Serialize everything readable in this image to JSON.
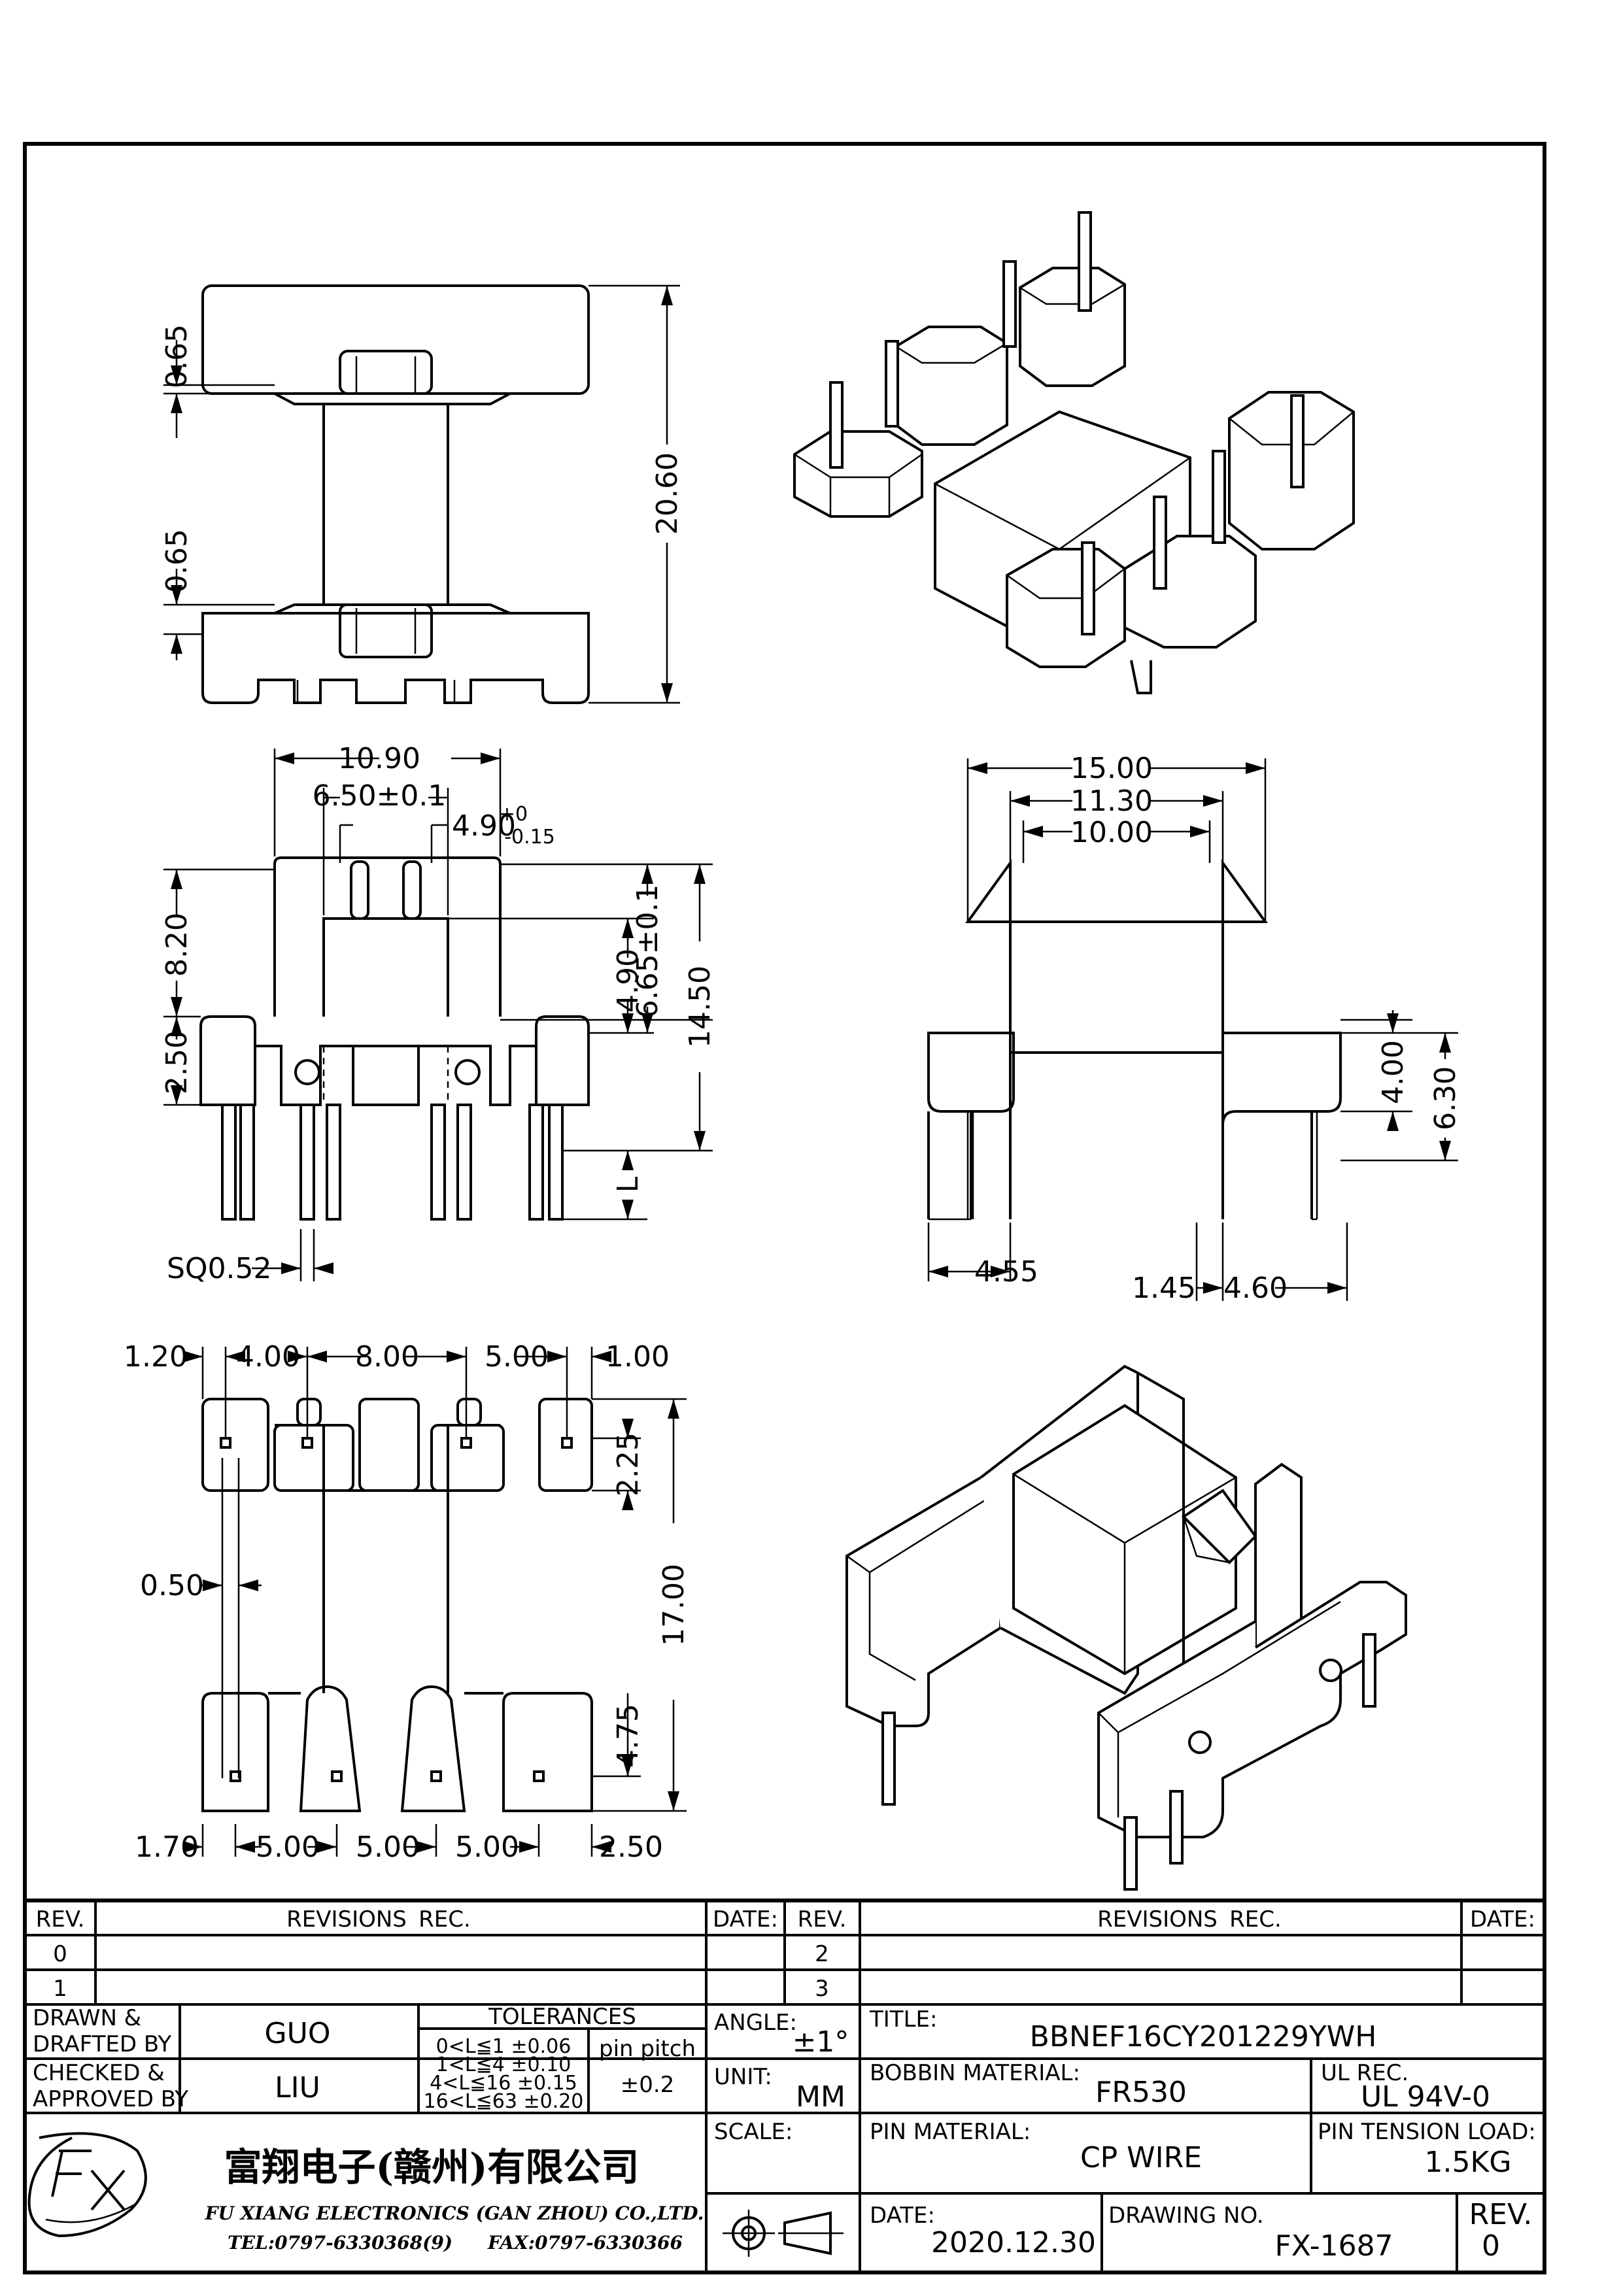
{
  "dims": {
    "front": [
      "0.65",
      "0.65",
      "20.60"
    ],
    "side": [
      "10.90",
      "6.50±0.1",
      "4.90",
      "+0",
      "-0.15",
      "8.20",
      "4.90",
      "6.65±0.1",
      "14.50",
      "2.50",
      "L",
      "SQ0.52"
    ],
    "end": [
      "15.00",
      "11.30",
      "10.00",
      "4.00",
      "6.30",
      "4.55",
      "1.45",
      "4.60"
    ],
    "bottom_top": [
      "1.20",
      "4.00",
      "8.00",
      "5.00",
      "1.00"
    ],
    "bottom_bottom": [
      "1.70",
      "5.00",
      "5.00",
      "5.00",
      "2.50"
    ],
    "bottom_side": [
      "0.50",
      "2.25",
      "17.00",
      "4.75"
    ]
  },
  "title_block": {
    "rev_header": "REV.",
    "revisions_header": "REVISIONS",
    "rec_header": "REC.",
    "date_header": "DATE:",
    "rev_rows": [
      "0",
      "1"
    ],
    "rev_rows_right": [
      "2",
      "3"
    ],
    "drawn_label_1": "DRAWN &",
    "drawn_label_2": "DRAFTED BY",
    "drawn_value": "GUO",
    "checked_label_1": "CHECKED &",
    "checked_label_2": "APPROVED BY",
    "checked_value": "LIU",
    "tolerances_label": "TOLERANCES",
    "tolerance_rows": [
      "0<L≦1   ±0.06",
      "1<L≦4   ±0.10",
      "4<L≦16  ±0.15",
      "16<L≦63 ±0.20"
    ],
    "pin_pitch_label": "pin pitch",
    "pin_pitch_value": "±0.2",
    "angle_label": "ANGLE:",
    "angle_value": "±1°",
    "unit_label": "UNIT:",
    "unit_value": "MM",
    "scale_label": "SCALE:",
    "company_cn": "富翔电子(赣州)有限公司",
    "company_en": "FU XIANG ELECTRONICS (GAN ZHOU) CO.,LTD.",
    "tel": "TEL:0797-6330368(9)",
    "fax": "FAX:0797-6330366",
    "title_label": "TITLE:",
    "title_value": "BBNEF16CY201229YWH",
    "bobbin_material_label": "BOBBIN MATERIAL:",
    "bobbin_material_value": "FR530",
    "ul_rec_label": "UL REC.",
    "ul_rec_value": "UL 94V-0",
    "pin_material_label": "PIN MATERIAL:",
    "pin_material_value": "CP WIRE",
    "pin_tension_label": "PIN TENSION LOAD:",
    "pin_tension_value": "1.5KG",
    "date_label": "DATE:",
    "date_value": "2020.12.30",
    "drawing_no_label": "DRAWING NO.",
    "drawing_no_value": "FX-1687",
    "rev_label": "REV.",
    "rev_value": "0"
  }
}
